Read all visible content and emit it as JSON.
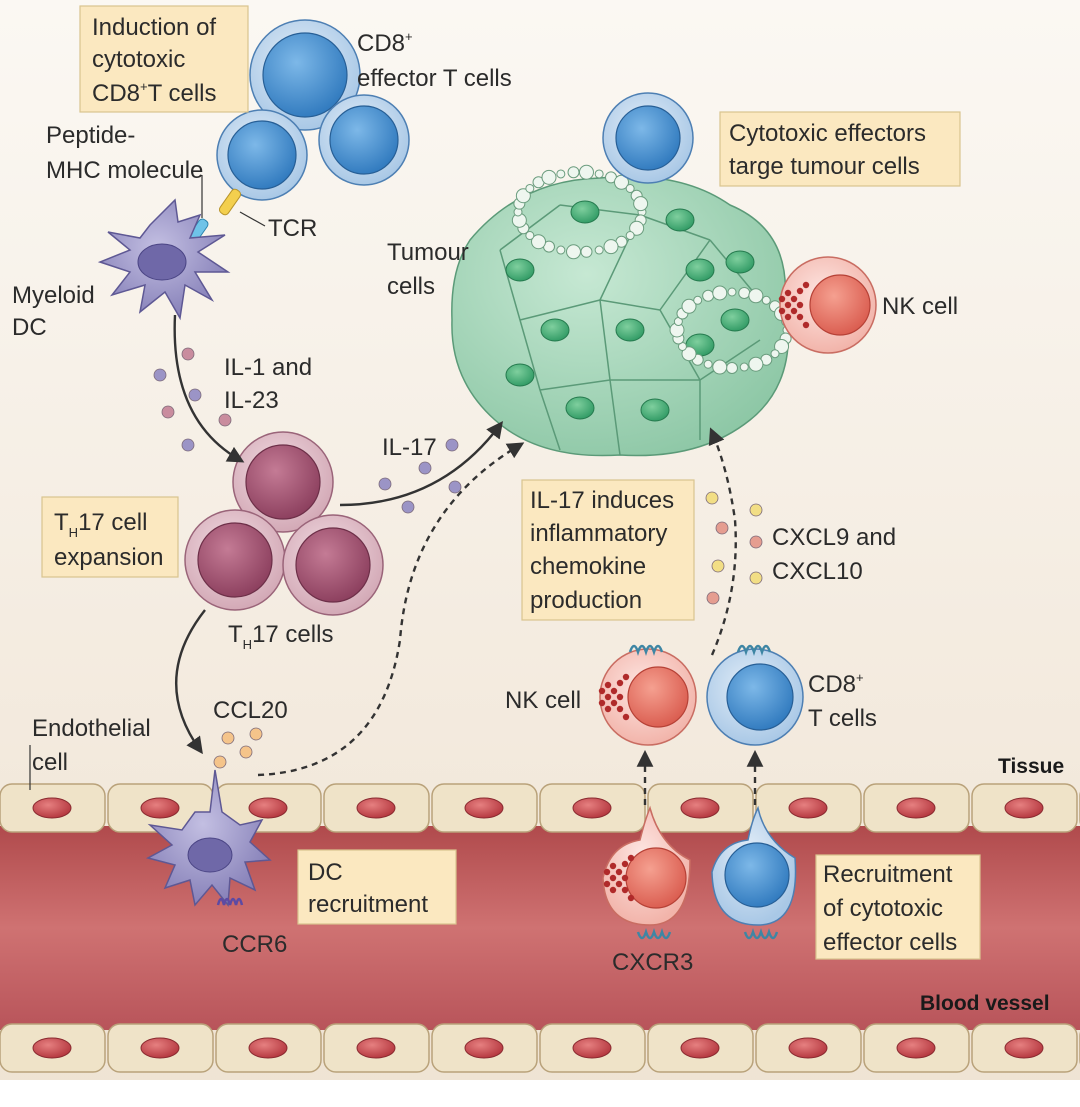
{
  "labels": {
    "induction": [
      "Induction of",
      "cytotoxic",
      "CD8",
      "+",
      "T cells"
    ],
    "cd8_effector": [
      "CD8",
      "+",
      "effector T cells"
    ],
    "peptide_mhc": [
      "Peptide-",
      "MHC molecule"
    ],
    "tcr": "TCR",
    "myeloid_dc": [
      "Myeloid",
      "DC"
    ],
    "il1_il23": [
      "IL-1 and",
      "IL-23"
    ],
    "il17": "IL-17",
    "th17_expansion": [
      "T",
      "H",
      "17 cell",
      "expansion"
    ],
    "th17_cells": [
      "T",
      "H",
      "17 cells"
    ],
    "tumour_cells": [
      "Tumour",
      "cells"
    ],
    "cytotoxic_effectors": [
      "Cytotoxic effectors",
      "targe tumour cells"
    ],
    "nk_cell_top": "NK cell",
    "il17_induces": [
      "IL-17 induces",
      "inflammatory",
      "chemokine",
      "production"
    ],
    "cxcl": [
      "CXCL9 and",
      "CXCL10"
    ],
    "endothelial": [
      "Endothelial",
      "cell"
    ],
    "ccl20": "CCL20",
    "nk_cell_bottom": "NK cell",
    "cd8_t_cells": [
      "CD8",
      "+",
      "T cells"
    ],
    "tissue": "Tissue",
    "dc_recruitment": [
      "DC",
      "recruitment"
    ],
    "ccr6": "CCR6",
    "cxcr3": "CXCR3",
    "recruitment_cytotoxic": [
      "Recruitment",
      "of cytotoxic",
      "effector cells"
    ],
    "blood_vessel": "Blood vessel"
  },
  "colors": {
    "background_top": "#fbf8f3",
    "background_bottom": "#efe2d2",
    "label_box": "#fbe8c0",
    "t_cell": "#4f95d2",
    "th17_cell": "#a45a78",
    "tumour_cell": "#8fcaa8",
    "nk_cell": "#e8776a",
    "dc": "#8a85bd",
    "vessel": "#c05a5a",
    "endothelium": "#efe3c8"
  }
}
